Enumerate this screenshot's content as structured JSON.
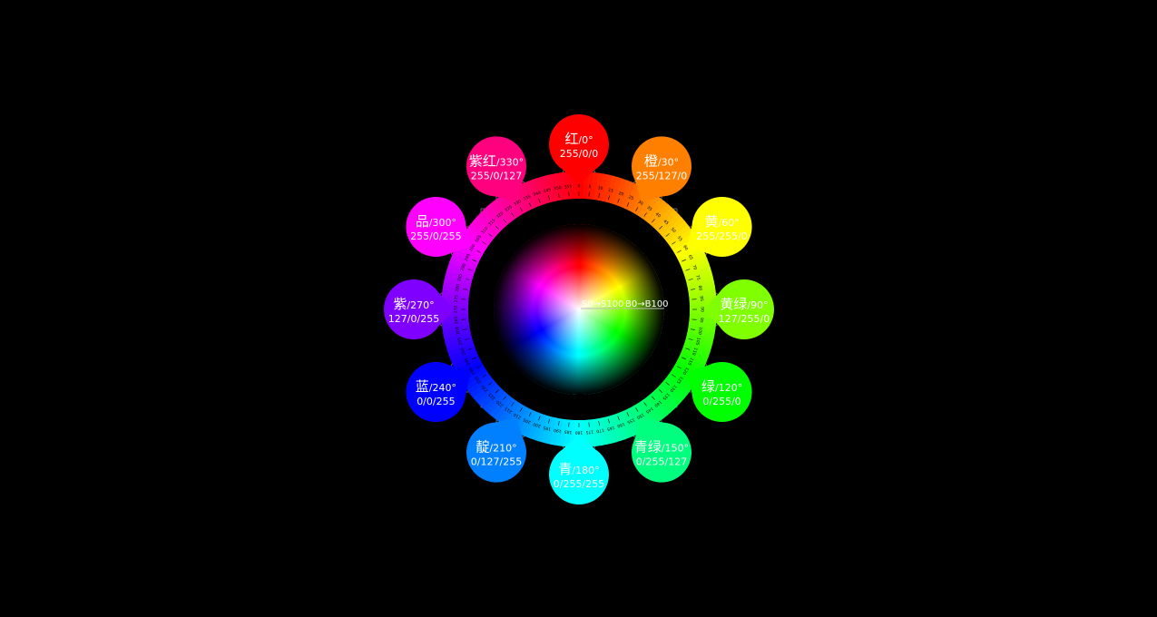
{
  "center_labels": {
    "saturation": "S0→S100",
    "brightness": "B0→B100"
  },
  "ring_ticks": [
    "0",
    "5",
    "10",
    "15",
    "20",
    "25",
    "30",
    "35",
    "40",
    "45",
    "50",
    "55",
    "60",
    "65",
    "70",
    "75",
    "80",
    "85",
    "90",
    "95",
    "100",
    "105",
    "110",
    "115",
    "120",
    "125",
    "130",
    "135",
    "140",
    "145",
    "150",
    "155",
    "160",
    "165",
    "170",
    "175",
    "180",
    "185",
    "190",
    "195",
    "200",
    "205",
    "210",
    "215",
    "220",
    "225",
    "230",
    "235",
    "240",
    "245",
    "250",
    "255",
    "260",
    "265",
    "270",
    "275",
    "280",
    "285",
    "290",
    "295",
    "300",
    "305",
    "310",
    "315",
    "320",
    "325",
    "330",
    "335",
    "340",
    "345",
    "350",
    "355"
  ],
  "hues": [
    {
      "name": "红",
      "deg": "/0°",
      "rgb": "255/0/0",
      "hue": 0,
      "color": "#ff0000"
    },
    {
      "name": "橙",
      "deg": "/30°",
      "rgb": "255/127/0",
      "hue": 30,
      "color": "#ff7f00"
    },
    {
      "name": "黄",
      "deg": "/60°",
      "rgb": "255/255/0",
      "hue": 60,
      "color": "#ffff00"
    },
    {
      "name": "黄绿",
      "deg": "/90°",
      "rgb": "127/255/0",
      "hue": 90,
      "color": "#7fff00"
    },
    {
      "name": "绿",
      "deg": "/120°",
      "rgb": "0/255/0",
      "hue": 120,
      "color": "#00ff00"
    },
    {
      "name": "青绿",
      "deg": "/150°",
      "rgb": "0/255/127",
      "hue": 150,
      "color": "#00ff7f"
    },
    {
      "name": "青",
      "deg": "/180°",
      "rgb": "0/255/255",
      "hue": 180,
      "color": "#00ffff"
    },
    {
      "name": "靛",
      "deg": "/210°",
      "rgb": "0/127/255",
      "hue": 210,
      "color": "#007fff"
    },
    {
      "name": "蓝",
      "deg": "/240°",
      "rgb": "0/0/255",
      "hue": 240,
      "color": "#0000ff"
    },
    {
      "name": "紫",
      "deg": "/270°",
      "rgb": "127/0/255",
      "hue": 270,
      "color": "#7f00ff"
    },
    {
      "name": "品",
      "deg": "/300°",
      "rgb": "255/0/255",
      "hue": 300,
      "color": "#ff00ff"
    },
    {
      "name": "紫红",
      "deg": "/330°",
      "rgb": "255/0/127",
      "hue": 330,
      "color": "#ff007f"
    }
  ]
}
